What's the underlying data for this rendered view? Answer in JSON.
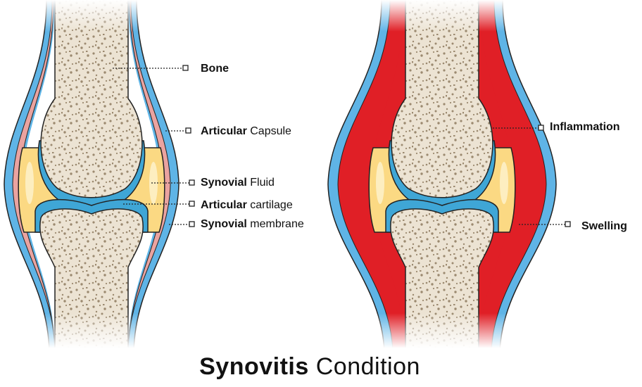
{
  "labels": {
    "bone": {
      "bold": "Bone",
      "rest": ""
    },
    "capsule": {
      "bold": "Articular",
      "rest": " Capsule"
    },
    "fluid": {
      "bold": "Synovial",
      "rest": " Fluid"
    },
    "cartilage": {
      "bold": "Articular",
      "rest": " cartilage"
    },
    "membrane": {
      "bold": "Synovial",
      "rest": " membrane"
    },
    "inflammation": {
      "bold": "Inflammation",
      "rest": ""
    },
    "swelling": {
      "bold": "Swelling",
      "rest": ""
    }
  },
  "title": {
    "bold": "Synovitis",
    "rest": " Condition"
  },
  "colors": {
    "outer_blue": "#5fb4e6",
    "capsule_normal": "#eaa3a0",
    "capsule_inflamed": "#e01f26",
    "fluid": "#fbd983",
    "cartilage": "#3fa6d6",
    "bone": "#ece3d3",
    "bone_dots": "#9c8a70"
  }
}
